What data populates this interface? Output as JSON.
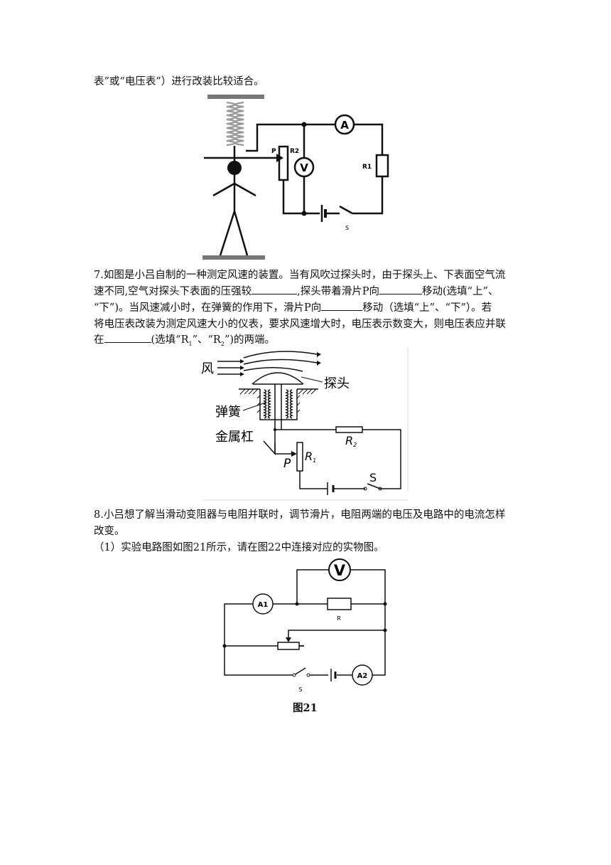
{
  "line_top": "表”或“电压表”）进行改装比较适合。",
  "fig1": {
    "ammeter": "A",
    "voltmeter": "V",
    "p": "P",
    "r2": "R2",
    "r1": "R1",
    "switch": "S"
  },
  "q7": {
    "l1": "7.如图是小吕自制的一种测定风速的装置。当有风吹过探头时，由于探头上、下表面空气流",
    "l2a": "速不同,空气对探头下表面的压强较",
    "l2b": ",探头带着滑片P向",
    "l2c": "移动(选填“上”、",
    "l3a": "“下”)。当风速减小时，在弹簧的作用下，滑片P向",
    "l3b": "移动（选填“上”、“下”）。若",
    "l4": "将电压表改装为测定风速大小的仪表，要求风速增大时，电压表示数变大，则电压表应并联",
    "l5a": "在",
    "l5b": "(选填“R",
    "l5c": "”、“R",
    "l5d": "”)的两端。",
    "sub1": "1",
    "sub2": "2"
  },
  "fig2": {
    "wind": "风",
    "probe": "探头",
    "spring": "弹簧",
    "rod": "金属杠",
    "p": "P",
    "r1": "R",
    "r1_sub": "1",
    "r2": "R",
    "r2_sub": "2",
    "switch": "S"
  },
  "q8": {
    "l1": "8.小吕想了解当滑动变阻器与电阻并联时，调节滑片，电阻两端的电压及电路中的电流怎样",
    "l2": "改变。",
    "l3": "（1）实验电路图如图21所示，请在图22中连接对应的实物图。"
  },
  "fig3": {
    "voltmeter": "V",
    "a1": "A1",
    "r": "R",
    "a2": "A2",
    "switch": "S",
    "caption": "图21"
  }
}
